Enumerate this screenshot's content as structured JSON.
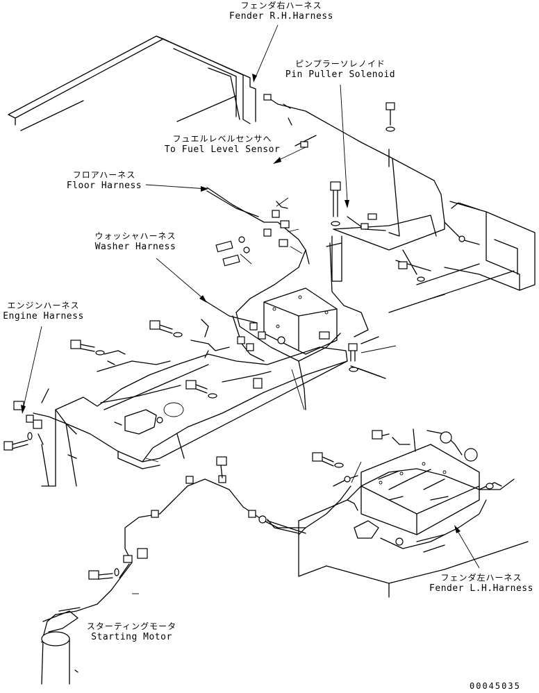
{
  "labels": {
    "fender_rh": {
      "jp": "フェンダ右ハーネス",
      "en": "Fender R.H.Harness"
    },
    "pin_puller": {
      "jp": "ピンプラーソレノイド",
      "en": "Pin Puller Solenoid"
    },
    "fuel_sensor": {
      "jp": "フュエルレベルセンサへ",
      "en": "To Fuel Level Sensor"
    },
    "floor": {
      "jp": "フロアハーネス",
      "en": "Floor Harness"
    },
    "washer": {
      "jp": "ウォッシャハーネス",
      "en": "Washer Harness"
    },
    "engine": {
      "jp": "エンジンハーネス",
      "en": "Engine Harness"
    },
    "starting_motor": {
      "jp": "スターティングモータ",
      "en": "Starting Motor"
    },
    "fender_lh": {
      "jp": "フェンダ左ハーネス",
      "en": "Fender L.H.Harness"
    }
  },
  "part_code": "00045035"
}
